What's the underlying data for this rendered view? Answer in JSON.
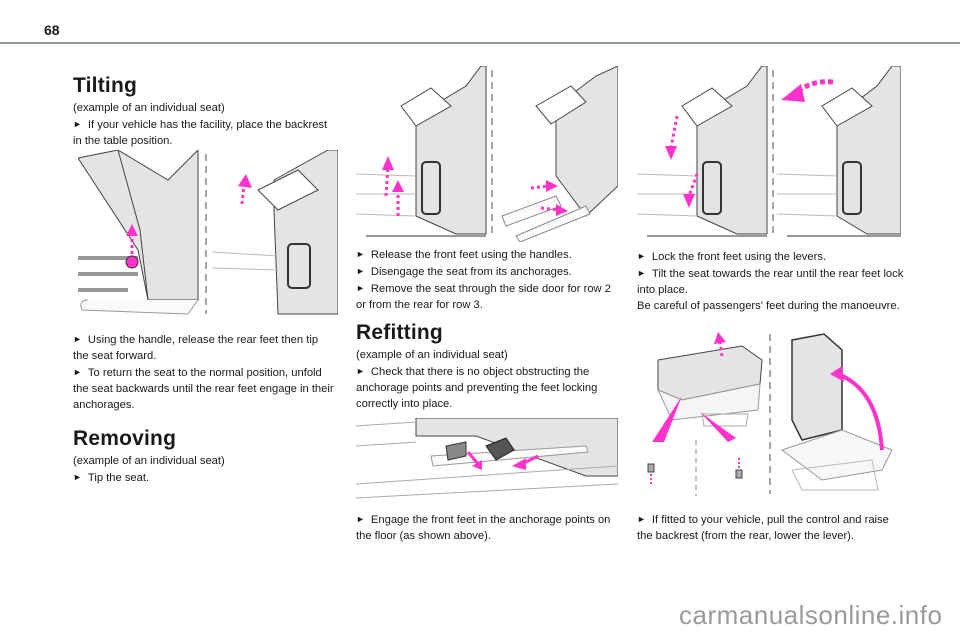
{
  "page": {
    "number": "68"
  },
  "colors": {
    "accent": "#ff33cc",
    "rule": "#8e9a9c",
    "seat_fill": "#e2e2e2",
    "line": "#333333"
  },
  "col1": {
    "tilting": {
      "title": "Tilting",
      "subtitle": "(example of an individual seat)",
      "steps": [
        "If your vehicle has the facility, place the backrest in the table position."
      ]
    },
    "tilting_after": {
      "steps": [
        "Using the handle, release the rear feet then tip the seat forward.",
        "To return the seat to the normal position, unfold the seat backwards until the rear feet engage in their anchorages."
      ]
    },
    "removing": {
      "title": "Removing",
      "subtitle": "(example of an individual seat)",
      "steps": [
        "Tip the seat."
      ]
    }
  },
  "col2": {
    "removing_steps": [
      "Release the front feet using the handles.",
      "Disengage the seat from its anchorages.",
      "Remove the seat through the side door for row 2 or from the rear for row 3."
    ],
    "refitting": {
      "title": "Refitting",
      "subtitle": "(example of an individual seat)",
      "steps": [
        "Check that there is no object obstructing the anchorage points and preventing the feet locking correctly into place."
      ]
    },
    "engage_step": "Engage the front feet in the anchorage points on the floor (as shown above)."
  },
  "col3": {
    "steps": [
      "Lock the front feet using the levers.",
      "Tilt the seat towards the rear until the rear feet lock into place."
    ],
    "caution": "Be careful of passengers' feet during the manoeuvre.",
    "final_step": "If fitted to your vehicle, pull the control and raise the backrest (from the rear, lower the lever)."
  },
  "bullet": "►",
  "watermark": "carmanualsonline.info"
}
